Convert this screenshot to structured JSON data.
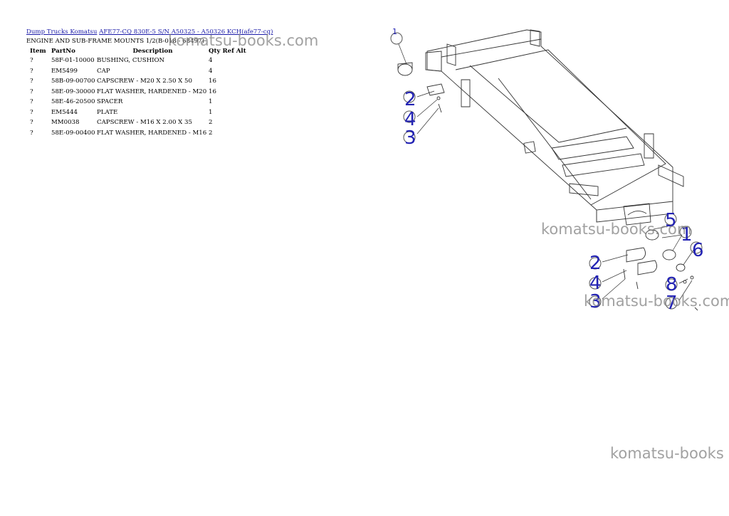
{
  "breadcrumb": {
    "link1": "Dump Trucks Komatsu",
    "link2": "AFE77-CQ 830E-5 S/N A50325 - A50326 KCH(afe77-cq)"
  },
  "section_title": "ENGINE AND SUB-FRAME MOUNTS 1/2(B-018 - 68497)",
  "table": {
    "headers": {
      "item": "Item",
      "partno": "PartNo",
      "description": "Description",
      "qty": "Qty",
      "ref": "Ref",
      "alt": "Alt"
    },
    "rows": [
      {
        "item": "?",
        "partno": "58F-01-10000",
        "description": "BUSHING, CUSHION",
        "qty": "4"
      },
      {
        "item": "?",
        "partno": "EM5499",
        "description": "CAP",
        "qty": "4"
      },
      {
        "item": "?",
        "partno": "58B-09-00700",
        "description": "CAPSCREW - M20 X 2.50 X 50",
        "qty": "16"
      },
      {
        "item": "?",
        "partno": "58E-09-30000",
        "description": "FLAT WASHER, HARDENED - M20",
        "qty": "16"
      },
      {
        "item": "?",
        "partno": "58E-46-20500",
        "description": "SPACER",
        "qty": "1"
      },
      {
        "item": "?",
        "partno": "EM5444",
        "description": "PLATE",
        "qty": "1"
      },
      {
        "item": "?",
        "partno": "MM0038",
        "description": "CAPSCREW - M16 X 2.00 X 35",
        "qty": "2"
      },
      {
        "item": "?",
        "partno": "58E-09-00400",
        "description": "FLAT WASHER, HARDENED - M16",
        "qty": "2"
      }
    ]
  },
  "diagram": {
    "callouts": {
      "c1a": "1",
      "c2a": "2",
      "c4a": "4",
      "c3a": "3",
      "c5": "5",
      "c1b": "1",
      "c6": "6",
      "c2b": "2",
      "c4b": "4",
      "c3b": "3",
      "c8": "8",
      "c7": "7"
    }
  },
  "watermarks": {
    "w1": "komatsu-books.com",
    "w2": "komatsu-books.com",
    "w3": "komatsu-books.com",
    "w4": "komatsu-books"
  }
}
